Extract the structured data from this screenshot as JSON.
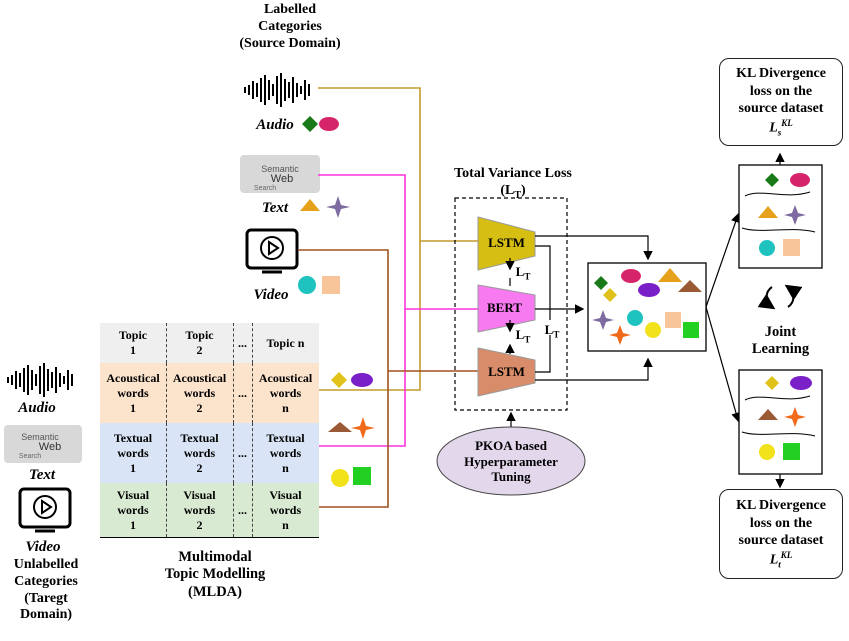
{
  "source": {
    "title_lines": [
      "Labelled",
      "Categories",
      "(Source Domain)"
    ],
    "audio_label": "Audio",
    "text_label": "Text",
    "video_label": "Video"
  },
  "target": {
    "audio_label": "Audio",
    "text_label": "Text",
    "video_label": "Video",
    "title_lines": [
      "Unlabelled",
      "Categories",
      "(Taregt",
      "Domain)"
    ]
  },
  "mlda": {
    "caption_lines": [
      "Multimodal",
      "Topic Modelling",
      "(MLDA)"
    ],
    "headers": [
      "Topic\n1",
      "Topic\n2",
      "...",
      "Topic n"
    ],
    "rows": [
      [
        "Acoustical\nwords\n1",
        "Acoustical\nwords\n2",
        "...",
        "Acoustical\nwords\nn"
      ],
      [
        "Textual\nwords\n1",
        "Textual\nwords\n2",
        "...",
        "Textual\nwords\nn"
      ],
      [
        "Visual\nwords\n1",
        "Visual\nwords\n2",
        "...",
        "Visual\nwords\nn"
      ]
    ],
    "row_colors": [
      "#fbe3cc",
      "#d9e5f6",
      "#d9ead3"
    ],
    "header_color": "#efefef"
  },
  "model": {
    "total_variance_title": "Total Variance Loss",
    "total_variance_sym": "(LT)",
    "lstm_top": "LSTM",
    "bert": "BERT",
    "lstm_bottom": "LSTM",
    "lt_label": "LT",
    "pkoa_lines": [
      "PKOA based",
      "Hyperparameter",
      "Tuning"
    ]
  },
  "right": {
    "kl_source_lines": [
      "KL Divergence",
      "loss on the",
      "source dataset"
    ],
    "kl_source_sym": "Ls KL",
    "kl_target_lines": [
      "KL Divergence",
      "loss on the",
      "source dataset"
    ],
    "kl_target_sym": "Lt KL",
    "joint_lines": [
      "Joint",
      "Learning"
    ]
  },
  "colors": {
    "audio_line": "#c49a2c",
    "text_line": "#ff33dd",
    "video_line": "#a0521e",
    "lstm_top_fill": "#d6bf12",
    "bert_fill": "#f77af0",
    "lstm_bottom_fill": "#d98c6a",
    "pkoa_fill": "#e3d7ec"
  }
}
